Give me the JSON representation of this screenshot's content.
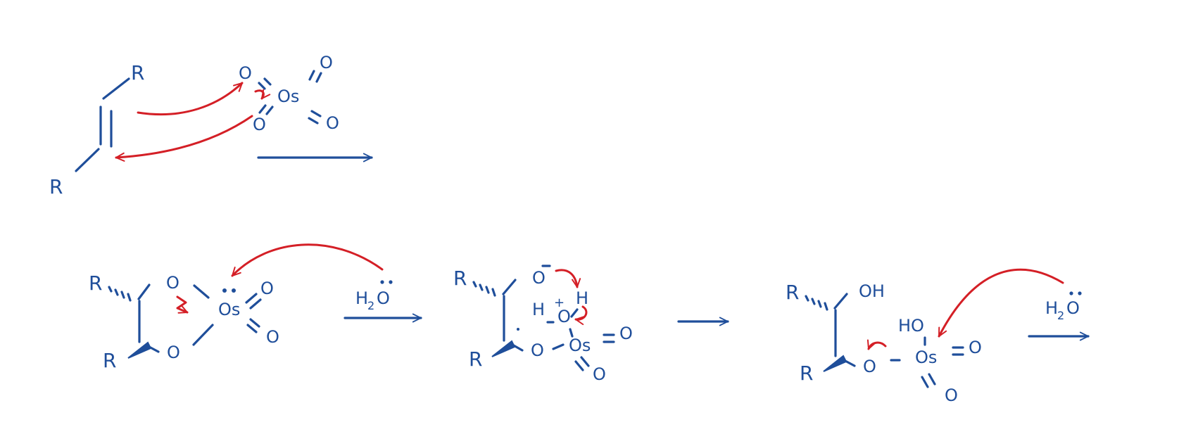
{
  "colors": {
    "ink": "#1f4e9a",
    "arrow": "#d41f26",
    "background": "#ffffff"
  },
  "labels": {
    "R": "R",
    "O": "O",
    "Os": "Os",
    "OH": "OH",
    "HO": "HO",
    "H": "H",
    "plus": "+",
    "minus": "-",
    "H2O_H": "H",
    "H2O_2": "2",
    "H2O_O": "O"
  }
}
